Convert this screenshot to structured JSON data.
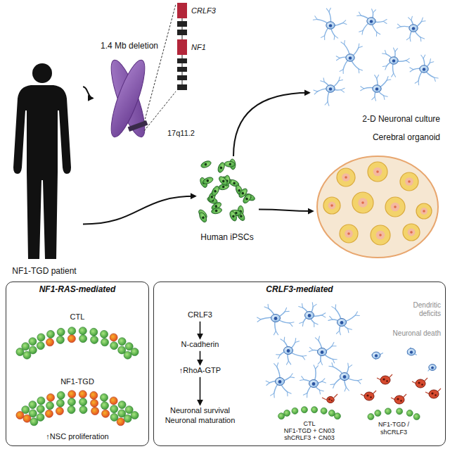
{
  "diagram": {
    "nodes": [
      {
        "text": [
          "NF1-TGD patient"
        ]
      },
      {
        "text": [
          "1.4 Mb deletion"
        ]
      },
      {
        "text": [
          "Human iPSCs"
        ]
      },
      {
        "text": [
          "2-D Neuronal culture"
        ]
      },
      {
        "text": [
          "Cerebral organoid"
        ]
      },
      {
        "text": [
          "NF1-RAS-mediated"
        ]
      },
      {
        "text": [
          "CRLF3-mediated"
        ]
      },
      {
        "text": [
          "CRLF3"
        ],
        "in": 6
      },
      {
        "text": [
          "N-cadherin"
        ],
        "in": 6
      },
      {
        "text": [
          "↑RhoA-GTP"
        ],
        "in": 6
      },
      {
        "text": [
          "Neuronal survival Neuronal maturation"
        ],
        "in": 6
      }
    ],
    "edges": [
      {
        "from": 0,
        "to": 1,
        "arrow": "to"
      },
      {
        "from": 0,
        "to": 2,
        "arrow": "to"
      },
      {
        "from": 2,
        "to": 3,
        "arrow": "to"
      },
      {
        "from": 2,
        "to": 4,
        "arrow": "to"
      },
      {
        "from": 7,
        "to": 8,
        "arrow": "to"
      },
      {
        "from": 8,
        "to": 9,
        "arrow": "to"
      },
      {
        "from": 9,
        "to": 10,
        "arrow": "to"
      }
    ],
    "labels": [
      "CRLF3",
      "NF1",
      "17q11.2",
      "CTL",
      "NF1-TGD",
      "↑NSC proliferation",
      "Dendritic deficits",
      "Neuronal death",
      "CTL",
      "NF1-TGD + CN03",
      "shCRLF3 + CN03",
      "NF1-TGD / shCRLF3"
    ]
  }
}
